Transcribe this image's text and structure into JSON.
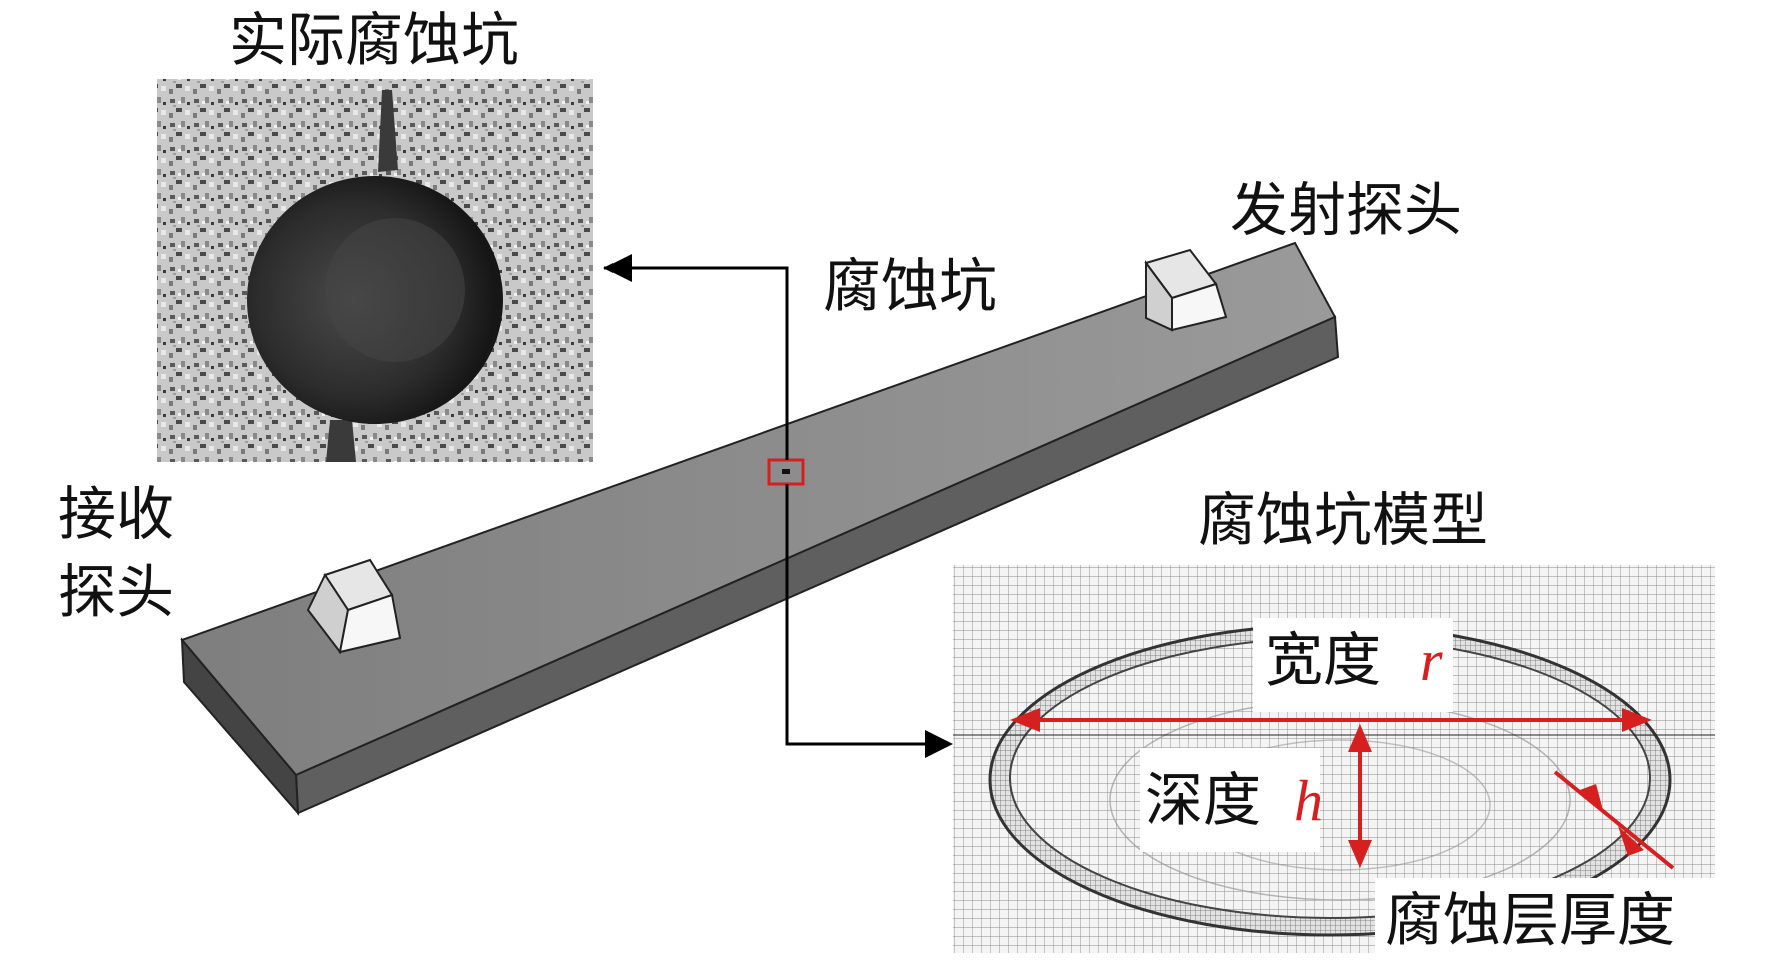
{
  "labels": {
    "actual_pit": "实际腐蚀坑",
    "pit": "腐蚀坑",
    "transmit_probe": "发射探头",
    "receive_probe_line1": "接收",
    "receive_probe_line2": "探头",
    "pit_model": "腐蚀坑模型",
    "width_text": "宽度",
    "width_var": "r",
    "depth_text": "深度",
    "depth_var": "h",
    "layer_thickness": "腐蚀层厚度"
  },
  "colors": {
    "annotation_red": "#d62020",
    "bar_top": "#8a8a8a",
    "bar_side": "#5f5f5f",
    "pit_dark": "#2a2a2a",
    "arrow": "#000000"
  }
}
